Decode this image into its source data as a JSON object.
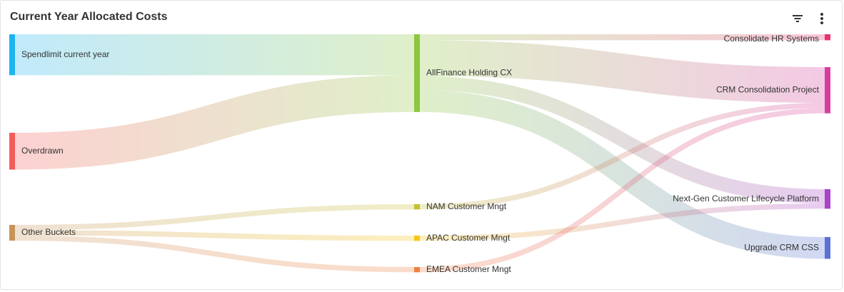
{
  "widget": {
    "title": "Current Year Allocated Costs"
  },
  "icons": {
    "filter": "filter-icon",
    "more": "more-vertical-icon"
  },
  "chart_data": {
    "type": "sankey",
    "title": "Current Year Allocated Costs",
    "nodes": [
      {
        "id": "spend",
        "label": "Spendlimit current year",
        "column": 0,
        "color": "#1eb4f0"
      },
      {
        "id": "over",
        "label": "Overdrawn",
        "column": 0,
        "color": "#f45b5b"
      },
      {
        "id": "other",
        "label": "Other Buckets",
        "column": 0,
        "color": "#c8935a"
      },
      {
        "id": "allfin",
        "label": "AllFinance Holding CX",
        "column": 1,
        "color": "#8dc63f"
      },
      {
        "id": "nam",
        "label": "NAM Customer Mngt",
        "column": 1,
        "color": "#c5c032"
      },
      {
        "id": "apac",
        "label": "APAC Customer Mngt",
        "column": 1,
        "color": "#f7c515"
      },
      {
        "id": "emea",
        "label": "EMEA Customer Mngt",
        "column": 1,
        "color": "#f08040"
      },
      {
        "id": "hr",
        "label": "Consolidate HR Systems",
        "column": 2,
        "color": "#e8336e"
      },
      {
        "id": "crm",
        "label": "CRM Consolidation Project",
        "column": 2,
        "color": "#d63fa0"
      },
      {
        "id": "nextgen",
        "label": "Next-Gen Customer Lifecycle Platform",
        "column": 2,
        "color": "#a845c8"
      },
      {
        "id": "upgrade",
        "label": "Upgrade CRM CSS",
        "column": 2,
        "color": "#5a72d6"
      }
    ],
    "links": [
      {
        "source": "spend",
        "target": "allfin",
        "value": 109
      },
      {
        "source": "over",
        "target": "allfin",
        "value": 98
      },
      {
        "source": "other",
        "target": "nam",
        "value": 14
      },
      {
        "source": "other",
        "target": "apac",
        "value": 14
      },
      {
        "source": "other",
        "target": "emea",
        "value": 14
      },
      {
        "source": "allfin",
        "target": "hr",
        "value": 16
      },
      {
        "source": "allfin",
        "target": "crm",
        "value": 95
      },
      {
        "source": "allfin",
        "target": "nextgen",
        "value": 38
      },
      {
        "source": "allfin",
        "target": "upgrade",
        "value": 58
      },
      {
        "source": "nam",
        "target": "crm",
        "value": 14
      },
      {
        "source": "apac",
        "target": "nextgen",
        "value": 14
      },
      {
        "source": "emea",
        "target": "crm",
        "value": 14
      }
    ]
  }
}
